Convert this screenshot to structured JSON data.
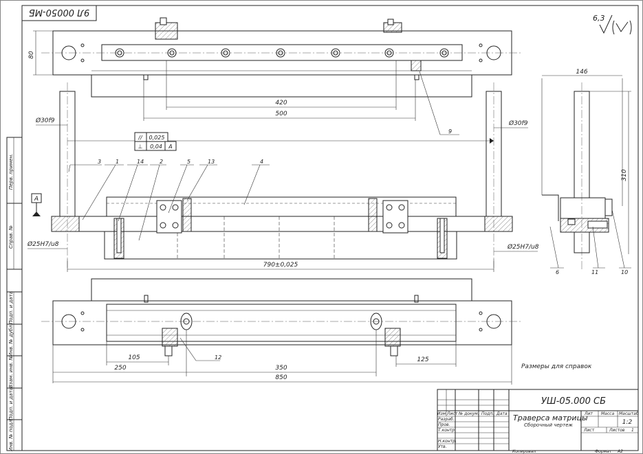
{
  "drawing_code_rotated": "9Л 00050-МБ",
  "surface_finish": {
    "value": "6,3",
    "symbol": "√(√)"
  },
  "top_view": {
    "dim_height": "80",
    "dim_420": "420",
    "dim_500": "500"
  },
  "front_view": {
    "dia_left": "Ø30f9",
    "dia_right": "Ø30f9",
    "fit_left": "Ø25H7/u8",
    "fit_right": "Ø25H7/u8",
    "overall": "790±0,025",
    "datum": "A",
    "tolerance_rows": [
      {
        "symbol": "//",
        "value": "0,025",
        "datum": ""
      },
      {
        "symbol": "⊥",
        "value": "0,04",
        "datum": "A"
      }
    ]
  },
  "side_view": {
    "dim_width": "146",
    "dim_height": "310"
  },
  "bottom_view": {
    "dim_105": "105",
    "dim_250": "250",
    "dim_350": "350",
    "dim_125": "125",
    "dim_850": "850"
  },
  "callouts": [
    "3",
    "1",
    "14",
    "2",
    "5",
    "13",
    "4",
    "9",
    "6",
    "11",
    "10",
    "12"
  ],
  "note": "Размеры для справок",
  "title_block": {
    "doc_number": "УШ-05.000 СБ",
    "title": "Траверса матрицы",
    "subtitle": "Сборочный чертеж",
    "col_lit": "Лит",
    "col_mass": "Масса",
    "col_scale": "Масштаб",
    "scale": "1:2",
    "sheet": "Лист",
    "sheets": "Листов",
    "sheets_count": "1",
    "rev_headers": [
      "Изм",
      "Лист",
      "№ докум.",
      "Подп.",
      "Дата"
    ],
    "roles": [
      "Разраб.",
      "Пров.",
      "Т.контр.",
      "",
      "Н.контр.",
      "Утв."
    ],
    "copied": "Копировал",
    "format_label": "Формат",
    "format": "A2"
  },
  "left_strip": [
    "Перв. примен.",
    "Справ. №",
    "Подп. и дата",
    "Инв. № дубл.",
    "Взам. инв. №",
    "Подп. и дата",
    "Инв. № подл."
  ]
}
